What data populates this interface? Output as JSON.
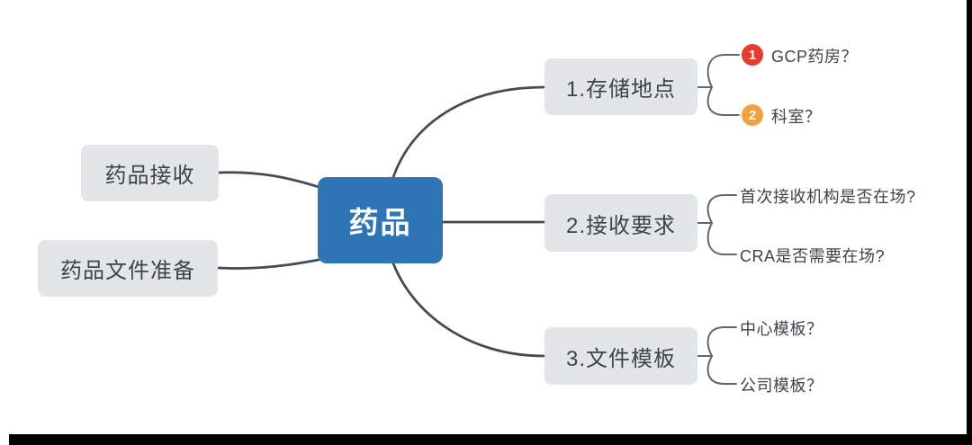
{
  "root": {
    "label": "药品"
  },
  "left_branches": [
    {
      "label": "药品接收"
    },
    {
      "label": "药品文件准备"
    }
  ],
  "right_branches": [
    {
      "label": "1.存储地点",
      "children": [
        {
          "badge": "1",
          "badge_color": "#e73b2e",
          "label": "GCP药房？"
        },
        {
          "badge": "2",
          "badge_color": "#f5a03c",
          "label": "科室？"
        }
      ]
    },
    {
      "label": "2.接收要求",
      "children": [
        {
          "label": "首次接收机构是否在场?"
        },
        {
          "label": "CRA是否需要在场?"
        }
      ]
    },
    {
      "label": "3.文件模板",
      "children": [
        {
          "label": "中心模板？"
        },
        {
          "label": "公司模板？"
        }
      ]
    }
  ],
  "colors": {
    "root_bg": "#2e75b5",
    "root_text": "#ffffff",
    "branch_bg": "#e2e6e8",
    "branch_text": "#3d444a",
    "connector": "#414b55",
    "brace": "#5e6870",
    "badge_1": "#e73b2e",
    "badge_2": "#f5a03c",
    "frame": "#000000"
  }
}
